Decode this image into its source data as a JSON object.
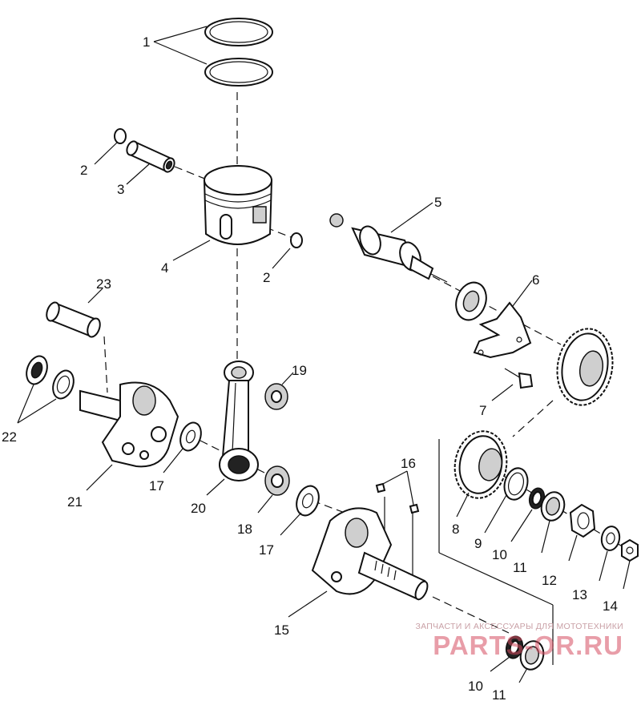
{
  "diagram": {
    "callouts": [
      {
        "id": "c1",
        "label": "1"
      },
      {
        "id": "c2a",
        "label": "2"
      },
      {
        "id": "c3",
        "label": "3"
      },
      {
        "id": "c4",
        "label": "4"
      },
      {
        "id": "c2b",
        "label": "2"
      },
      {
        "id": "c5",
        "label": "5"
      },
      {
        "id": "c6",
        "label": "6"
      },
      {
        "id": "c7",
        "label": "7"
      },
      {
        "id": "c23",
        "label": "23"
      },
      {
        "id": "c19",
        "label": "19"
      },
      {
        "id": "c22",
        "label": "22"
      },
      {
        "id": "c21",
        "label": "21"
      },
      {
        "id": "c17a",
        "label": "17"
      },
      {
        "id": "c20",
        "label": "20"
      },
      {
        "id": "c18",
        "label": "18"
      },
      {
        "id": "c17b",
        "label": "17"
      },
      {
        "id": "c16",
        "label": "16"
      },
      {
        "id": "c15",
        "label": "15"
      },
      {
        "id": "c8",
        "label": "8"
      },
      {
        "id": "c9",
        "label": "9"
      },
      {
        "id": "c10a",
        "label": "10"
      },
      {
        "id": "c11a",
        "label": "11"
      },
      {
        "id": "c12",
        "label": "12"
      },
      {
        "id": "c13",
        "label": "13"
      },
      {
        "id": "c14",
        "label": "14"
      },
      {
        "id": "c10b",
        "label": "10"
      },
      {
        "id": "c11b",
        "label": "11"
      }
    ]
  },
  "watermark": {
    "tagline": "ЗАПЧАСТИ И АКСЕССУАРЫ ДЛЯ МОТОТЕХНИКИ",
    "logo": "PARTS-OR.RU",
    "color": "#d64d60"
  }
}
